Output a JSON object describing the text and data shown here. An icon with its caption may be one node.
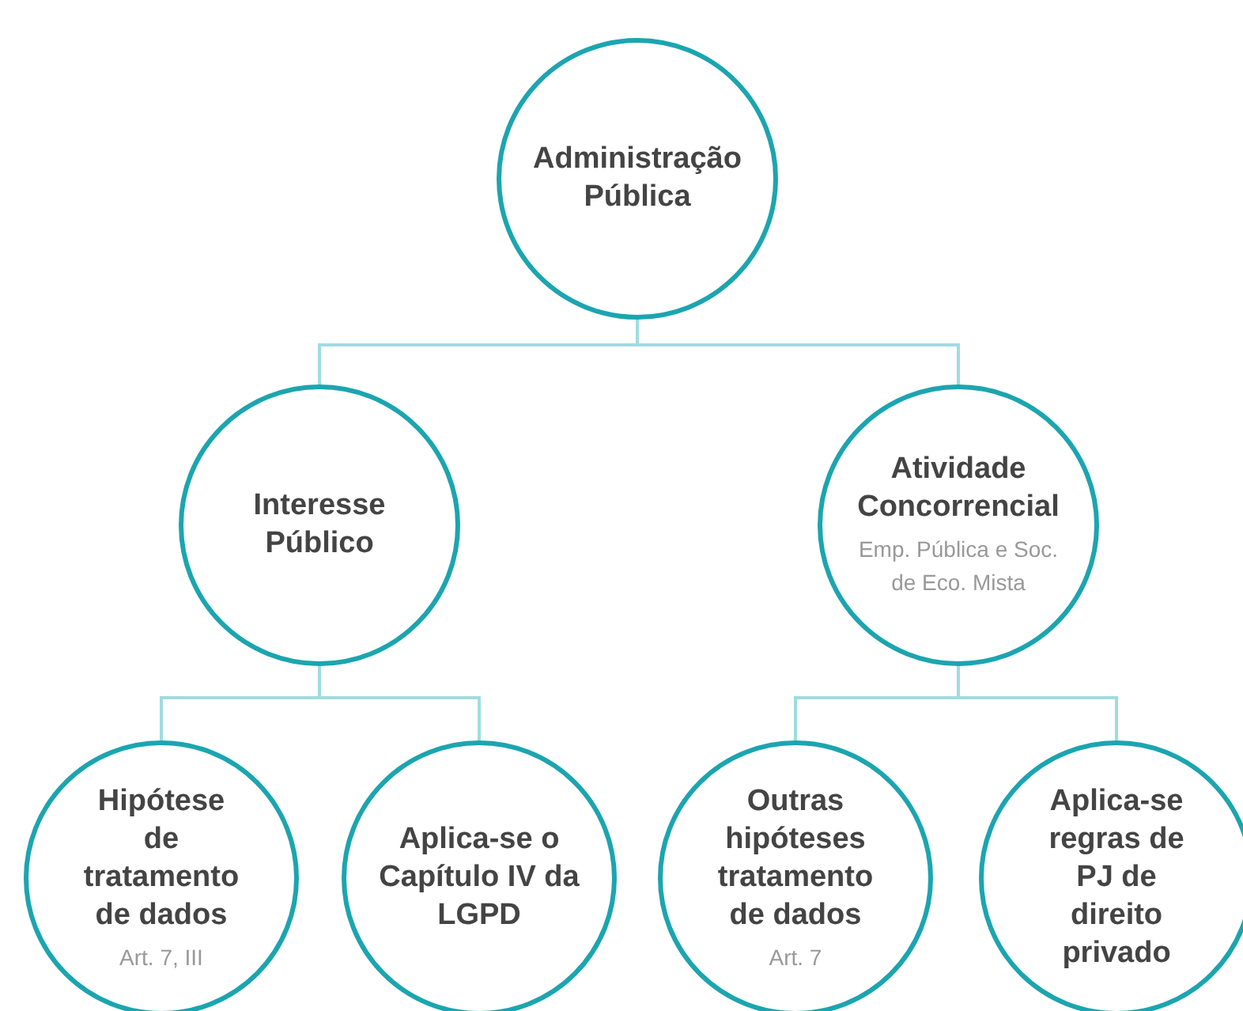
{
  "diagram": {
    "nodes": [
      {
        "text": [
          "Administração Pública"
        ]
      },
      {
        "text": [
          "Interesse Público"
        ]
      },
      {
        "text": [
          "Atividade Concorrencial",
          "Emp. Pública e Soc. de Eco. Mista"
        ]
      },
      {
        "text": [
          "Hipótese de tratamento de dados",
          "Art. 7, III"
        ]
      },
      {
        "text": [
          "Aplica-se o Capítulo IV da LGPD"
        ]
      },
      {
        "text": [
          "Outras hipóteses tratamento de dados",
          "Art. 7"
        ]
      },
      {
        "text": [
          "Aplica-se regras de PJ de direito privado"
        ]
      }
    ],
    "edges": [
      {
        "from": 0,
        "to": 1,
        "arrow": "none"
      },
      {
        "from": 0,
        "to": 2,
        "arrow": "none"
      },
      {
        "from": 1,
        "to": 3,
        "arrow": "none"
      },
      {
        "from": 1,
        "to": 4,
        "arrow": "none"
      },
      {
        "from": 2,
        "to": 5,
        "arrow": "none"
      },
      {
        "from": 2,
        "to": 6,
        "arrow": "none"
      }
    ]
  }
}
